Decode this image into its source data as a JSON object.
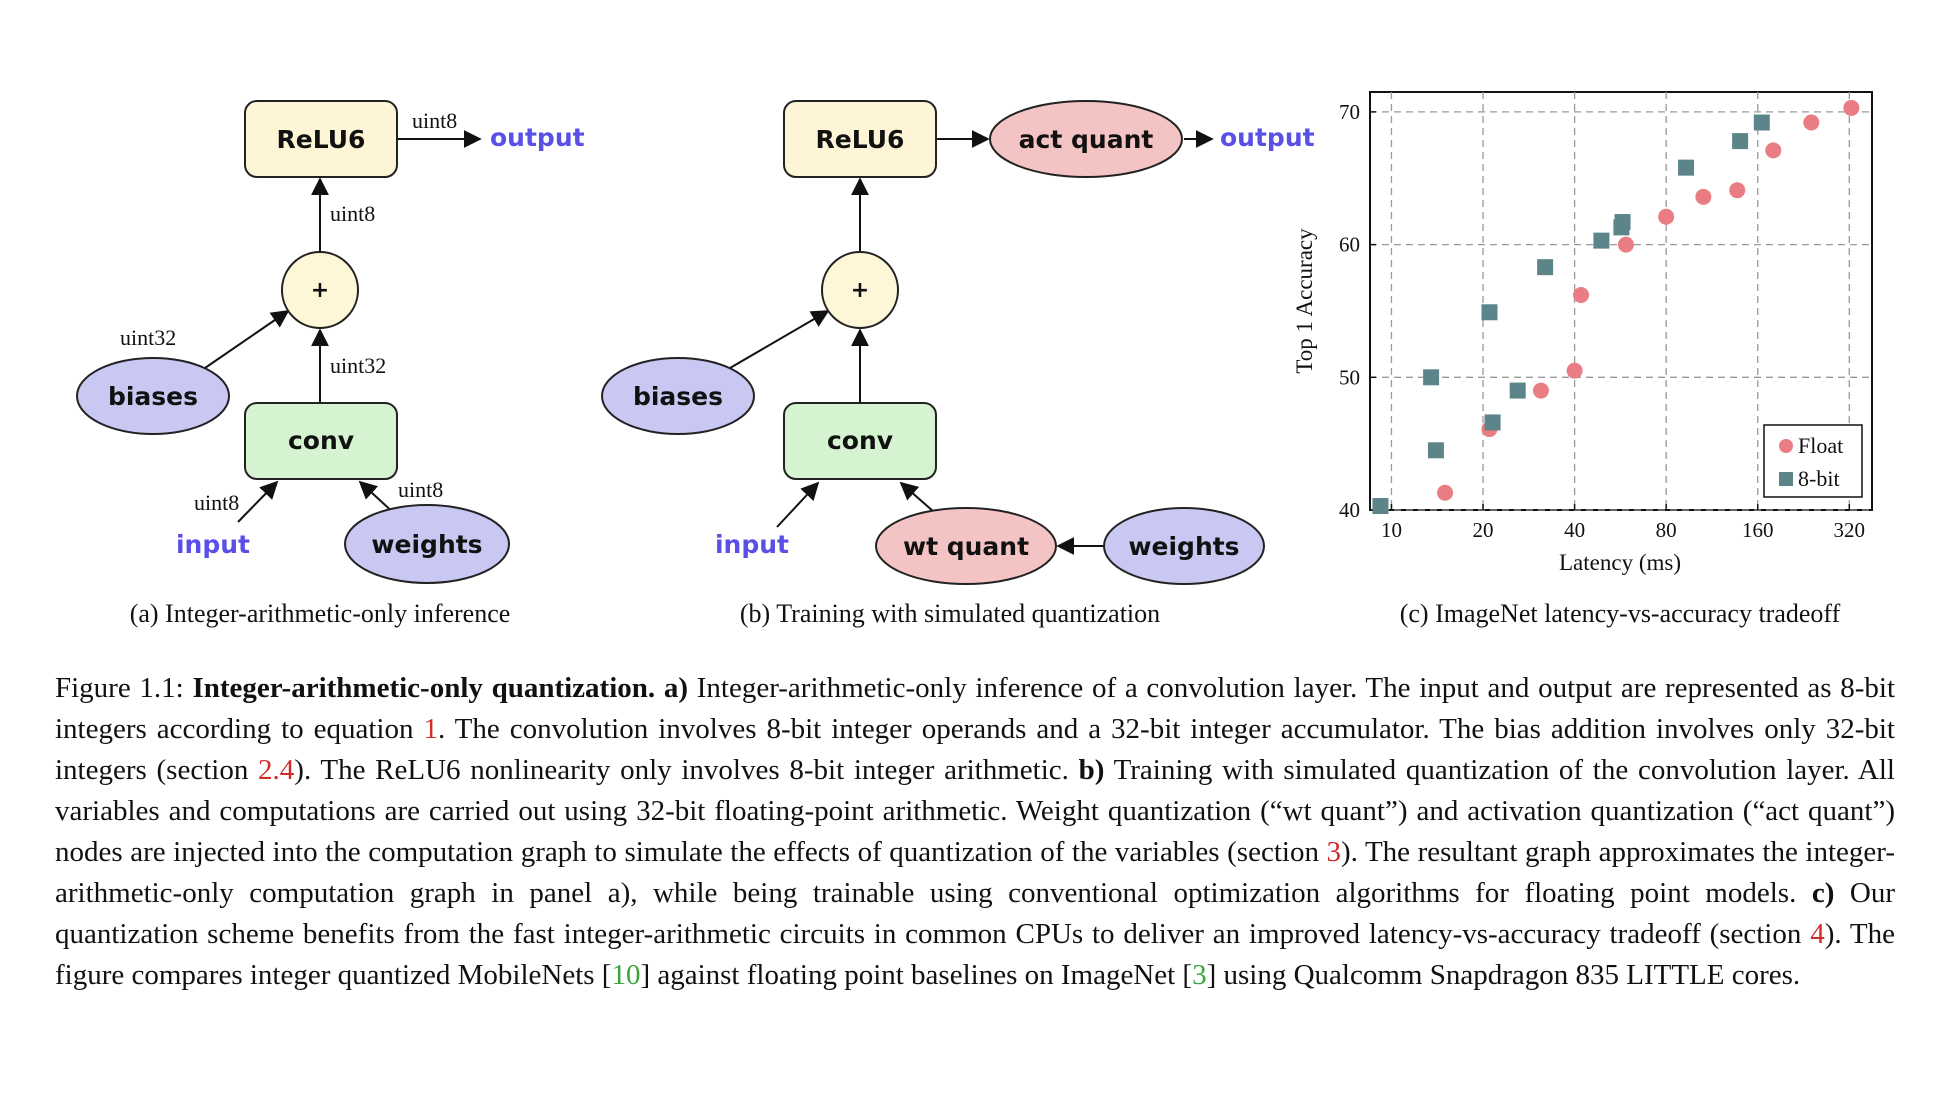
{
  "colors": {
    "relu_fill": "#fdf5d5",
    "plus_fill": "#fdf7d8",
    "conv_fill": "#d5f3d0",
    "biases_fill": "#c9c8f2",
    "weights_fill": "#c9c8f2",
    "quant_fill": "#f4c4c4",
    "blue_text": "#5a50e8",
    "float_marker": "#ea7d84",
    "eightbit_marker": "#5c8589",
    "ref_red": "#d22b2b",
    "ref_green": "#3aa53a"
  },
  "panel_a": {
    "relu": "ReLU6",
    "plus": "+",
    "conv": "conv",
    "biases": "biases",
    "weights": "weights",
    "input": "input",
    "output": "output",
    "label_relu_out": "uint8",
    "label_plus_out": "uint8",
    "label_biases": "uint32",
    "label_conv_out": "uint32",
    "label_input": "uint8",
    "label_weights": "uint8",
    "caption": "(a) Integer-arithmetic-only inference"
  },
  "panel_b": {
    "relu": "ReLU6",
    "act_quant": "act quant",
    "output": "output",
    "plus": "+",
    "biases": "biases",
    "conv": "conv",
    "input": "input",
    "wt_quant": "wt quant",
    "weights": "weights",
    "caption": "(b) Training with simulated quantization"
  },
  "panel_c": {
    "caption": "(c) ImageNet latency-vs-accuracy tradeoff"
  },
  "chart_data": {
    "type": "scatter",
    "xlabel": "Latency (ms)",
    "ylabel": "Top 1 Accuracy",
    "x_scale": "log2",
    "xlim": [
      8.5,
      380
    ],
    "ylim": [
      40,
      71.5
    ],
    "x_ticks": [
      10,
      20,
      40,
      80,
      160,
      320
    ],
    "x_tick_labels": [
      "10",
      "20",
      "40",
      "80",
      "160",
      "320"
    ],
    "y_ticks": [
      40,
      50,
      60,
      70
    ],
    "y_tick_labels": [
      "40",
      "50",
      "60",
      "70"
    ],
    "grid": true,
    "legend_position": "bottom-right",
    "series": [
      {
        "name": "Float",
        "marker": "circle",
        "color": "#ea7d84",
        "points": [
          [
            15,
            41.3
          ],
          [
            21,
            46.1
          ],
          [
            31,
            49.0
          ],
          [
            40,
            50.5
          ],
          [
            42,
            56.2
          ],
          [
            59,
            60.0
          ],
          [
            80,
            62.1
          ],
          [
            106,
            63.6
          ],
          [
            137,
            64.1
          ],
          [
            180,
            67.1
          ],
          [
            240,
            69.2
          ],
          [
            325,
            70.3
          ]
        ]
      },
      {
        "name": "8-bit",
        "marker": "square",
        "color": "#5c8589",
        "points": [
          [
            9.2,
            40.3
          ],
          [
            13.5,
            50.0
          ],
          [
            14,
            44.5
          ],
          [
            21,
            54.9
          ],
          [
            21.5,
            46.6
          ],
          [
            26,
            49.0
          ],
          [
            32,
            58.3
          ],
          [
            49,
            60.3
          ],
          [
            57,
            61.3
          ],
          [
            57.5,
            61.7
          ],
          [
            93,
            65.8
          ],
          [
            140,
            67.8
          ],
          [
            165,
            69.2
          ]
        ]
      }
    ]
  },
  "figure_caption": {
    "label": "Figure 1.1:",
    "title": "Integer-arithmetic-only quantization.",
    "a_tag": "a)",
    "a1": "Integer-arithmetic-only inference of a convolution layer. The input and output are represented as 8-bit integers according to equation ",
    "ref_eq": "1",
    "a2": ". The convolution involves 8-bit integer operands and a 32-bit integer accumulator. The bias addition involves only 32-bit integers (section ",
    "ref_sec24": "2.4",
    "a3": "). The ReLU6 nonlinearity only involves 8-bit integer arithmetic. ",
    "b_tag": "b)",
    "b1": " Training with simulated quantization of the convolution layer. All variables and computations are carried out using 32-bit floating-point arithmetic. Weight quantization (“wt quant”) and activation quantization (“act quant”) nodes are injected into the computation graph to simulate the effects of quantization of the variables (section ",
    "ref_sec3": "3",
    "b2": "). The resultant graph approximates the integer-arithmetic-only computation graph in panel a), while being trainable using conventional optimization algorithms for floating point models. ",
    "c_tag": "c)",
    "c1": " Our quantization scheme benefits from the fast integer-arithmetic circuits in common CPUs to deliver an improved latency-vs-accuracy tradeoff (section ",
    "ref_sec4": "4",
    "c2": "). The figure compares integer quantized MobileNets [",
    "ref_cite10": "10",
    "c3": "] against floating point baselines on ImageNet [",
    "ref_cite3": "3",
    "c4": "] using Qualcomm Snapdragon 835 LITTLE cores."
  }
}
